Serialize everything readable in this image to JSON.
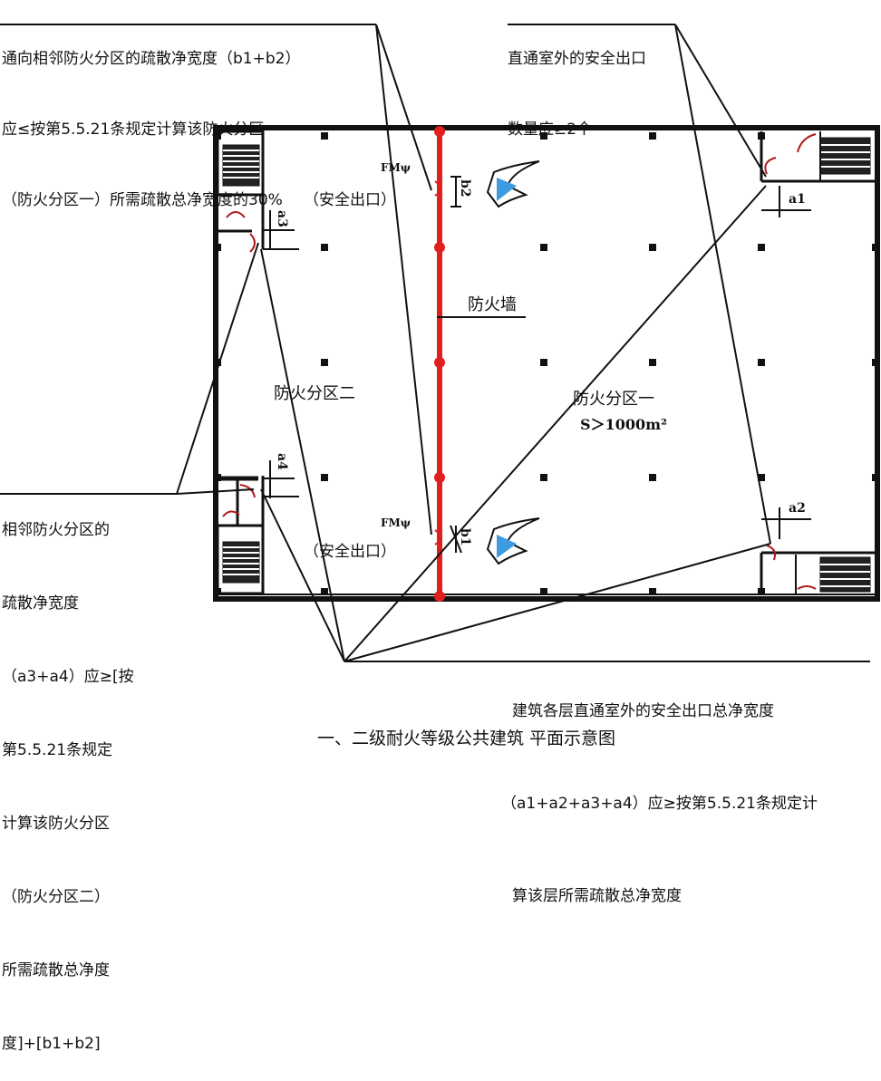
{
  "annotations": {
    "top_left": [
      "通向相邻防火分区的疏散净宽度（b1+b2）",
      "应≤按第5.5.21条规定计算该防火分区",
      "（防火分区一）所需疏散总净宽度的30%"
    ],
    "top_right": [
      "直通室外的安全出口",
      "数量应≥2个"
    ],
    "left": [
      "相邻防火分区的",
      "疏散净宽度",
      "（a3+a4）应≥[按",
      "第5.5.21条规定",
      "计算该防火分区",
      "（防火分区二）",
      "所需疏散总净度",
      "度]+[b1+b2]"
    ],
    "bottom_right": [
      "建筑各层直通室外的安全出口总净宽度",
      "（a1+a2+a3+a4）应≥按第5.5.21条规定计",
      "算该层所需疏散总净宽度"
    ]
  },
  "plan": {
    "fire_wall_label": "防火墙",
    "zone_two_label": "防火分区二",
    "zone_one_label": "防火分区一",
    "zone_one_area": "S＞1000m²",
    "door_code": "FMψ",
    "exit_label": "（安全出口）",
    "dims": {
      "b2": "b2",
      "b1": "b1",
      "a1": "a1",
      "a2": "a2",
      "a3": "a3",
      "a4": "a4"
    }
  },
  "caption": "一、二级耐火等级公共建筑  平面示意图",
  "colors": {
    "fire_wall": "#e0201e",
    "arrow": "#3f9be0",
    "line": "#111111"
  }
}
